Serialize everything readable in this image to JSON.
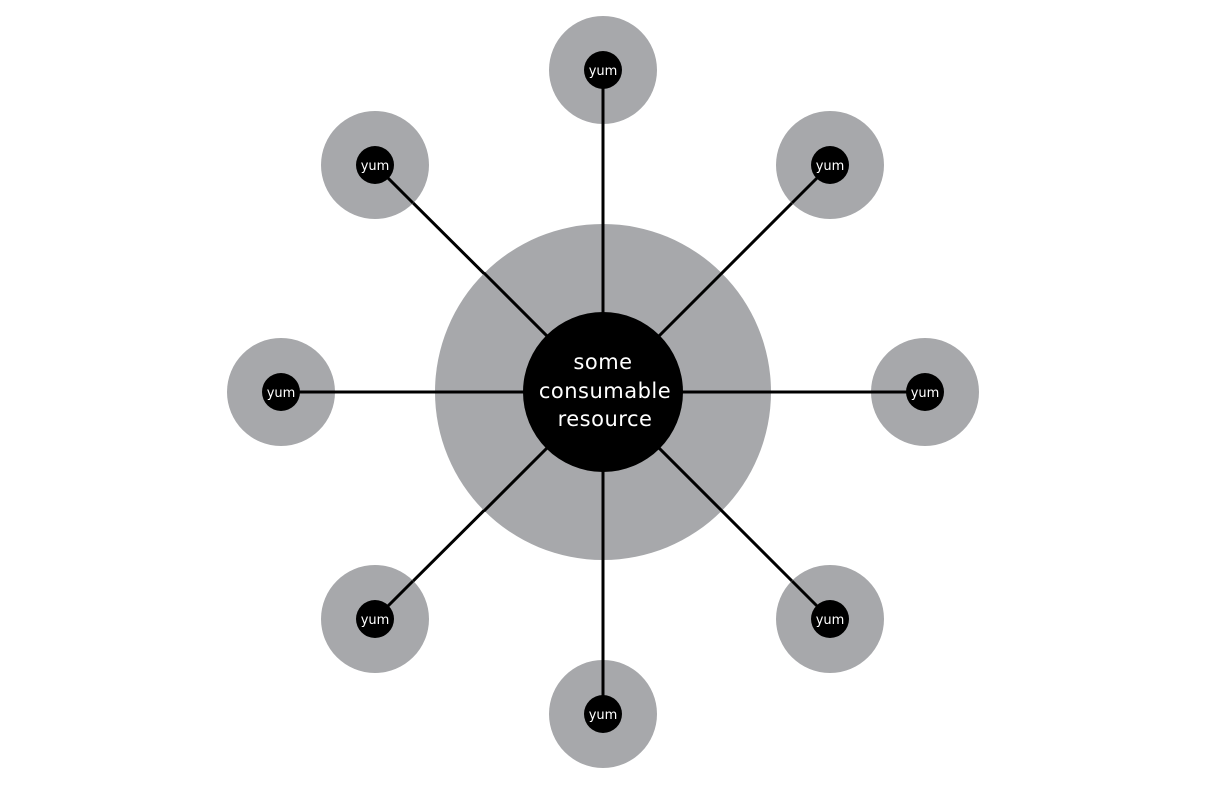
{
  "hub": {
    "label_lines": [
      "some",
      "consumable",
      "resource"
    ]
  },
  "consumers": [
    {
      "id": "top",
      "label": "yum"
    },
    {
      "id": "top-right",
      "label": "yum"
    },
    {
      "id": "right",
      "label": "yum"
    },
    {
      "id": "bottom-right",
      "label": "yum"
    },
    {
      "id": "bottom",
      "label": "yum"
    },
    {
      "id": "bottom-left",
      "label": "yum"
    },
    {
      "id": "left",
      "label": "yum"
    },
    {
      "id": "top-left",
      "label": "yum"
    }
  ],
  "colors": {
    "halo": "#a7a8ab",
    "core": "#000000",
    "text": "#ffffff",
    "spoke": "#000000"
  }
}
